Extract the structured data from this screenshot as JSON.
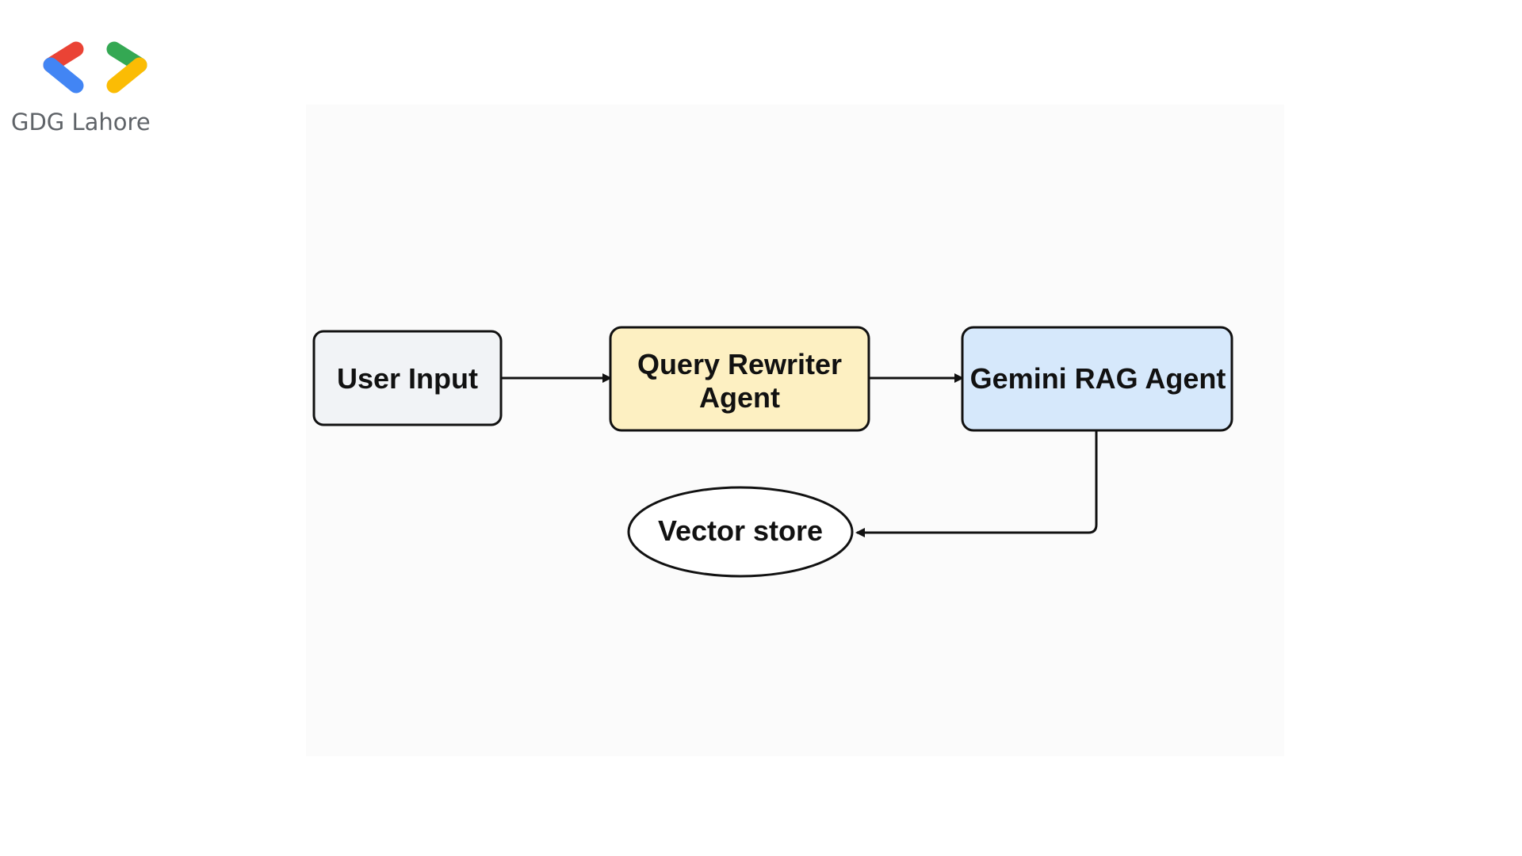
{
  "brand": {
    "name": "GDG Lahore",
    "colors": {
      "red": "#ea4335",
      "blue": "#4285f4",
      "green": "#34a853",
      "yellow": "#fbbc04"
    }
  },
  "diagram": {
    "nodes": {
      "user_input": {
        "label": "User Input",
        "fill": "#f1f3f6"
      },
      "query_rewriter": {
        "line1": "Query Rewriter",
        "line2": "Agent",
        "fill": "#fdf0c2"
      },
      "gemini_rag": {
        "label": "Gemini RAG Agent",
        "fill": "#d6e8fb"
      },
      "vector_store": {
        "label": "Vector store",
        "fill": "#ffffff"
      }
    },
    "edges": [
      {
        "from": "User Input",
        "to": "Query Rewriter Agent"
      },
      {
        "from": "Query Rewriter Agent",
        "to": "Gemini RAG Agent"
      },
      {
        "from": "Gemini RAG Agent",
        "to": "Vector store"
      }
    ]
  }
}
